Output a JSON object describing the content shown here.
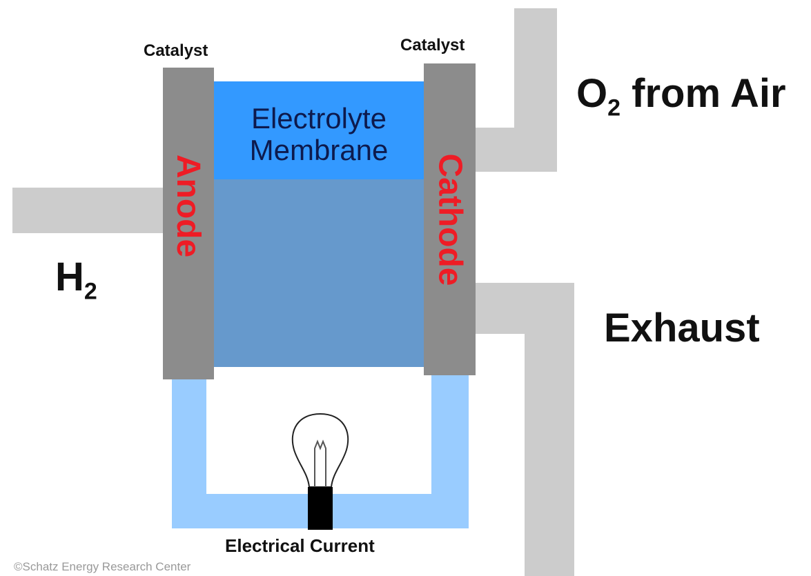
{
  "labels": {
    "catalyst_left": "Catalyst",
    "catalyst_right": "Catalyst",
    "membrane_line1": "Electrolyte",
    "membrane_line2": "Membrane",
    "anode": "Anode",
    "cathode": "Cathode",
    "o2_prefix": "O",
    "o2_sub": "2",
    "o2_suffix": " from Air",
    "h2_prefix": "H",
    "h2_sub": "2",
    "exhaust": "Exhaust",
    "electrical_current": "Electrical Current",
    "credit": "©Schatz Energy Research Center"
  },
  "colors": {
    "pipe": "#cccccc",
    "electrode": "#8c8c8c",
    "electrode_text": "#ee1c25",
    "membrane_top": "#3399ff",
    "membrane_body": "#6699cc",
    "circuit_wire": "#99ccff",
    "bulb_base": "#000000"
  },
  "icons": {
    "bulb": "light-bulb-icon"
  }
}
